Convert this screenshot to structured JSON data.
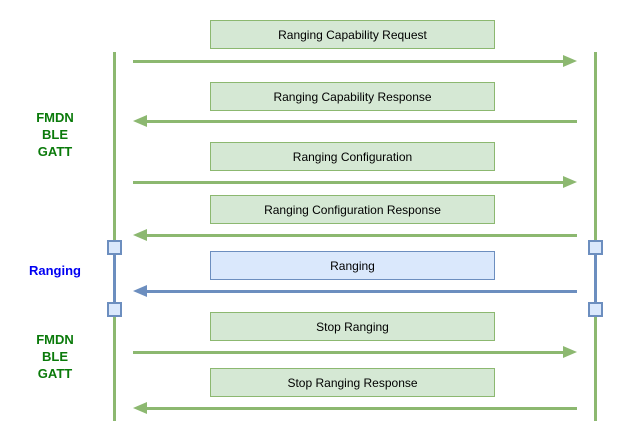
{
  "diagram": {
    "type": "sequence",
    "side_labels": [
      {
        "id": "fmdn-ble-gatt-top",
        "lines": [
          "FMDN",
          "BLE",
          "GATT"
        ],
        "color": "#0a7a0a"
      },
      {
        "id": "ranging-section",
        "lines": [
          "Ranging"
        ],
        "color": "#0000f2"
      },
      {
        "id": "fmdn-ble-gatt-bottom",
        "lines": [
          "FMDN",
          "BLE",
          "GATT"
        ],
        "color": "#0a7a0a"
      }
    ],
    "messages": [
      {
        "label": "Ranging Capability Request",
        "direction": "right",
        "style": "green"
      },
      {
        "label": "Ranging Capability Response",
        "direction": "left",
        "style": "green"
      },
      {
        "label": "Ranging Configuration",
        "direction": "right",
        "style": "green"
      },
      {
        "label": "Ranging Configuration Response",
        "direction": "left",
        "style": "green"
      },
      {
        "label": "Ranging",
        "direction": "left",
        "style": "blue"
      },
      {
        "label": "Stop Ranging",
        "direction": "right",
        "style": "green"
      },
      {
        "label": "Stop Ranging Response",
        "direction": "left",
        "style": "green"
      }
    ],
    "colors": {
      "green_stroke": "#8cb870",
      "green_fill": "#d5e8d4",
      "blue_stroke": "#6c8ebf",
      "blue_fill": "#dae8fc",
      "label_green": "#0a7a0a",
      "label_blue": "#0000f2",
      "text": "#000000",
      "background": "#ffffff"
    }
  }
}
